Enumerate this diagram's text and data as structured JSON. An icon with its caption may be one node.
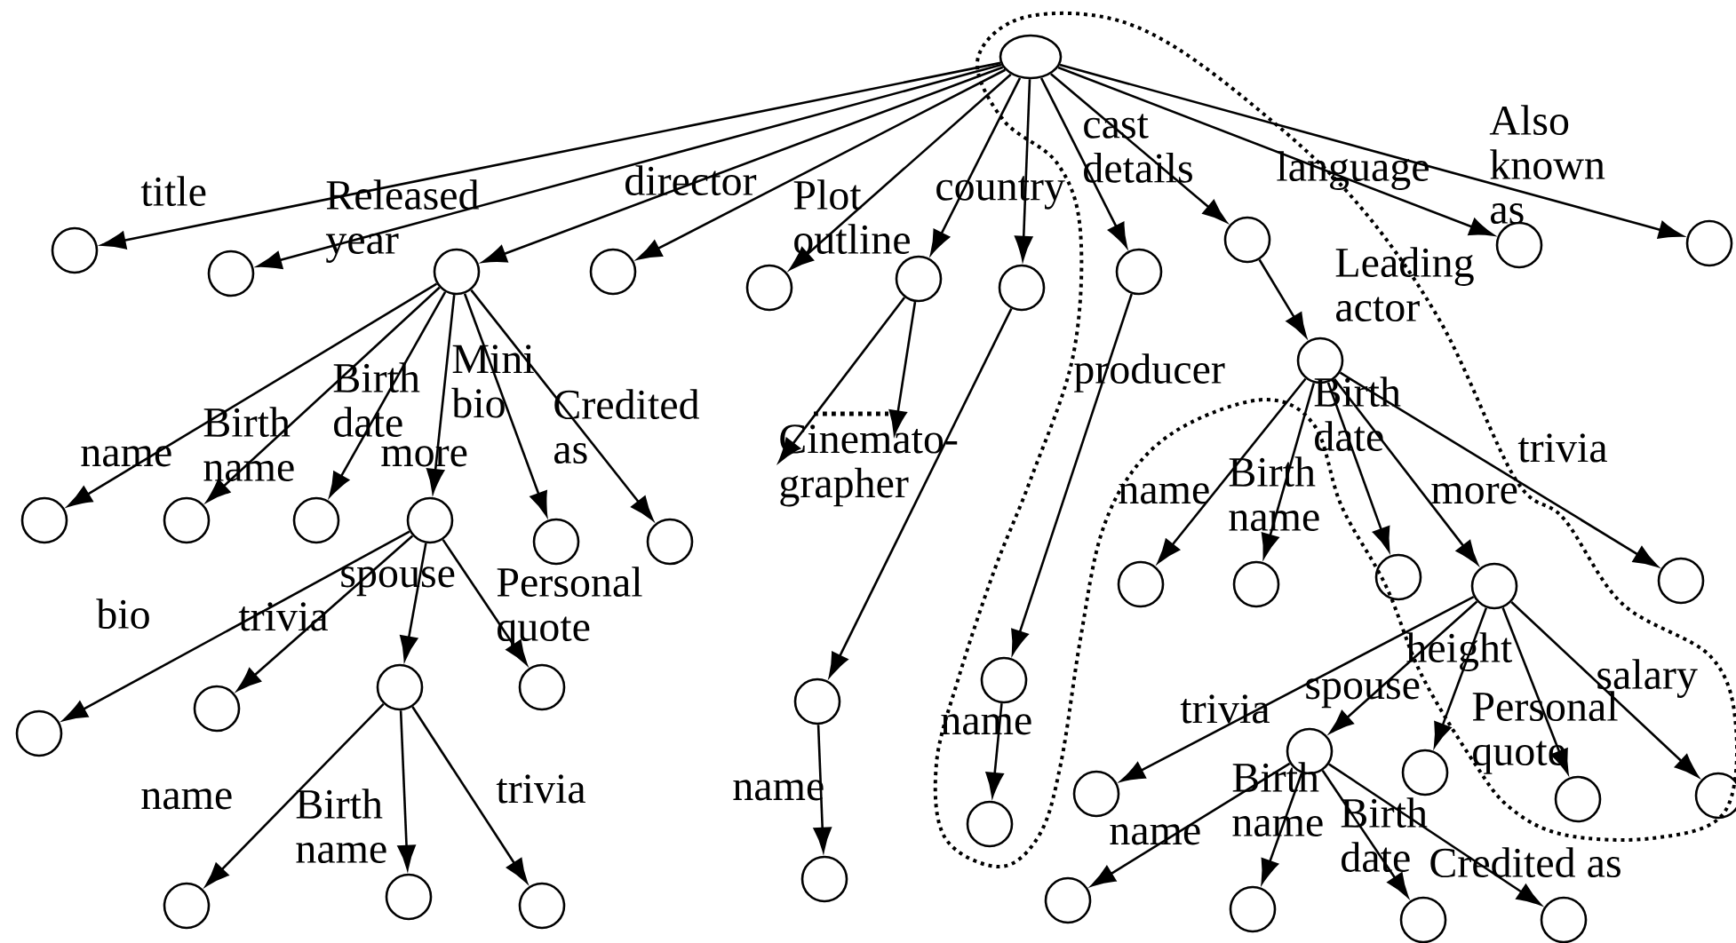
{
  "diagram": {
    "nodes": [
      {
        "text": [],
        "shape": "circle"
      },
      {
        "text": [],
        "shape": "circle"
      },
      {
        "text": [],
        "shape": "circle"
      },
      {
        "text": [],
        "shape": "circle"
      },
      {
        "text": [],
        "shape": "circle"
      },
      {
        "text": [],
        "shape": "circle"
      },
      {
        "text": [],
        "shape": "circle"
      },
      {
        "text": [],
        "shape": "circle"
      },
      {
        "text": [],
        "shape": "circle"
      },
      {
        "text": [],
        "shape": "circle"
      },
      {
        "text": [],
        "shape": "circle"
      },
      {
        "text": [],
        "shape": "circle"
      },
      {
        "text": [],
        "shape": "circle"
      },
      {
        "text": [],
        "shape": "circle"
      },
      {
        "text": [],
        "shape": "circle"
      },
      {
        "text": [],
        "shape": "circle"
      },
      {
        "text": [],
        "shape": "circle"
      },
      {
        "text": [],
        "shape": "circle"
      },
      {
        "text": [],
        "shape": "circle"
      },
      {
        "text": [],
        "shape": "circle"
      },
      {
        "text": [],
        "shape": "circle"
      },
      {
        "text": [],
        "shape": "circle"
      },
      {
        "text": [],
        "shape": "circle"
      },
      {
        "text": [],
        "shape": "circle"
      },
      {
        "text": [],
        "shape": "circle"
      },
      {
        "text": [],
        "shape": "circle"
      },
      {
        "text": [],
        "shape": "circle"
      },
      {
        "text": [],
        "shape": "circle"
      },
      {
        "text": [],
        "shape": "circle"
      },
      {
        "text": [],
        "shape": "circle"
      },
      {
        "text": [],
        "shape": "circle"
      },
      {
        "text": [],
        "shape": "circle"
      },
      {
        "text": [],
        "shape": "circle"
      },
      {
        "text": [],
        "shape": "circle"
      },
      {
        "text": [],
        "shape": "circle"
      },
      {
        "text": [],
        "shape": "circle"
      },
      {
        "text": [],
        "shape": "circle"
      },
      {
        "text": [],
        "shape": "circle"
      },
      {
        "text": [],
        "shape": "circle"
      },
      {
        "text": [],
        "shape": "circle"
      },
      {
        "text": [],
        "shape": "circle"
      },
      {
        "text": [],
        "shape": "circle"
      },
      {
        "text": [],
        "shape": "circle"
      },
      {
        "text": [],
        "shape": "circle"
      }
    ],
    "edges": [
      {
        "from": 0,
        "to": 1,
        "arrow": "to",
        "label": "title"
      },
      {
        "from": 0,
        "to": 2,
        "arrow": "to",
        "label": "Released year"
      },
      {
        "from": 0,
        "to": 3,
        "arrow": "to",
        "label": "director"
      },
      {
        "from": 0,
        "to": 4,
        "arrow": "to"
      },
      {
        "from": 0,
        "to": 5,
        "arrow": "to",
        "label": "Plot outline"
      },
      {
        "from": 0,
        "to": 6,
        "arrow": "to"
      },
      {
        "from": 0,
        "to": 7,
        "arrow": "to",
        "label": "country"
      },
      {
        "from": 0,
        "to": 8,
        "arrow": "to"
      },
      {
        "from": 0,
        "to": 9,
        "arrow": "to",
        "label": "cast details"
      },
      {
        "from": 0,
        "to": 10,
        "arrow": "to",
        "label": "language"
      },
      {
        "from": 0,
        "to": 11,
        "arrow": "to",
        "label": "Also known as"
      },
      {
        "from": 9,
        "to": 12,
        "arrow": "to",
        "label": "Leading actor"
      },
      {
        "from": 3,
        "to": 13,
        "arrow": "to",
        "label": "name"
      },
      {
        "from": 3,
        "to": 14,
        "arrow": "to",
        "label": "Birth name"
      },
      {
        "from": 3,
        "to": 15,
        "arrow": "to",
        "label": "Birth date"
      },
      {
        "from": 3,
        "to": 16,
        "arrow": "to",
        "label": "more"
      },
      {
        "from": 3,
        "to": 17,
        "arrow": "to",
        "label": "Mini bio"
      },
      {
        "from": 3,
        "to": 18,
        "arrow": "to",
        "label": "Credited as"
      },
      {
        "from": 6,
        "to": null,
        "arrow": "to"
      },
      {
        "from": 6,
        "to": null,
        "arrow": "to",
        "label": "Cinemato-grapher"
      },
      {
        "from": 7,
        "to": 24,
        "arrow": "to"
      },
      {
        "from": 8,
        "to": 25,
        "arrow": "to",
        "label": "producer"
      },
      {
        "from": 16,
        "to": 26,
        "arrow": "to",
        "label": "bio"
      },
      {
        "from": 16,
        "to": 27,
        "arrow": "to",
        "label": "trivia"
      },
      {
        "from": 16,
        "to": 28,
        "arrow": "to",
        "label": "spouse"
      },
      {
        "from": 16,
        "to": 29,
        "arrow": "to",
        "label": "Personal quote"
      },
      {
        "from": 28,
        "to": 37,
        "arrow": "to",
        "label": "name"
      },
      {
        "from": 28,
        "to": 38,
        "arrow": "to",
        "label": "Birth name"
      },
      {
        "from": 28,
        "to": 39,
        "arrow": "to",
        "label": "trivia"
      },
      {
        "from": 24,
        "to": 35,
        "arrow": "to",
        "label": "name"
      },
      {
        "from": 25,
        "to": 36,
        "arrow": "to",
        "label": "name"
      },
      {
        "from": 12,
        "to": 19,
        "arrow": "to",
        "label": "name"
      },
      {
        "from": 12,
        "to": 20,
        "arrow": "to",
        "label": "Birth name"
      },
      {
        "from": 12,
        "to": 21,
        "arrow": "to",
        "label": "Birth date"
      },
      {
        "from": 12,
        "to": 22,
        "arrow": "to",
        "label": "more"
      },
      {
        "from": 12,
        "to": 23,
        "arrow": "to",
        "label": "trivia"
      },
      {
        "from": 22,
        "to": 30,
        "arrow": "to",
        "label": "trivia"
      },
      {
        "from": 22,
        "to": 31,
        "arrow": "to",
        "label": "spouse"
      },
      {
        "from": 22,
        "to": 32,
        "arrow": "to",
        "label": "height"
      },
      {
        "from": 22,
        "to": 33,
        "arrow": "to",
        "label": "Personal quote"
      },
      {
        "from": 22,
        "to": 34,
        "arrow": "to",
        "label": "salary"
      },
      {
        "from": 31,
        "to": 40,
        "arrow": "to",
        "label": "name"
      },
      {
        "from": 31,
        "to": 41,
        "arrow": "to",
        "label": "Birth name"
      },
      {
        "from": 31,
        "to": 42,
        "arrow": "to",
        "label": "Birth date"
      },
      {
        "from": 31,
        "to": 43,
        "arrow": "to",
        "label": "Credited as"
      }
    ]
  }
}
